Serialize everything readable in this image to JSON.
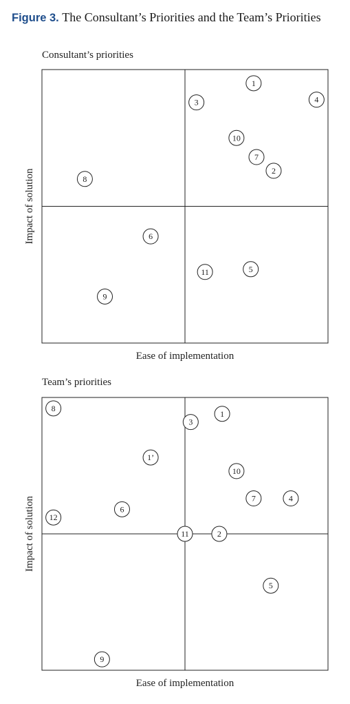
{
  "figure": {
    "label": "Figure 3.",
    "title": "The Consultant’s Priorities and the Team’s Priorities"
  },
  "chart_data": [
    {
      "type": "scatter",
      "title": "Consultant’s priorities",
      "xlabel": "Ease of implementation",
      "ylabel": "Impact of solution",
      "xlim": [
        0,
        10
      ],
      "ylim": [
        0,
        10
      ],
      "grid": false,
      "quadrant_dividers": {
        "x": 5,
        "y": 5
      },
      "points": [
        {
          "label": "1",
          "x": 7.4,
          "y": 9.5
        },
        {
          "label": "3",
          "x": 5.4,
          "y": 8.8
        },
        {
          "label": "4",
          "x": 9.6,
          "y": 8.9
        },
        {
          "label": "10",
          "x": 6.8,
          "y": 7.5
        },
        {
          "label": "7",
          "x": 7.5,
          "y": 6.8
        },
        {
          "label": "2",
          "x": 8.1,
          "y": 6.3
        },
        {
          "label": "8",
          "x": 1.5,
          "y": 6.0
        },
        {
          "label": "6",
          "x": 3.8,
          "y": 3.9
        },
        {
          "label": "11",
          "x": 5.7,
          "y": 2.6
        },
        {
          "label": "5",
          "x": 7.3,
          "y": 2.7
        },
        {
          "label": "9",
          "x": 2.2,
          "y": 1.7
        }
      ]
    },
    {
      "type": "scatter",
      "title": "Team’s priorities",
      "xlabel": "Ease of implementation",
      "ylabel": "Impact of solution",
      "xlim": [
        0,
        10
      ],
      "ylim": [
        0,
        10
      ],
      "grid": false,
      "quadrant_dividers": {
        "x": 5,
        "y": 5
      },
      "points": [
        {
          "label": "8",
          "x": 0.4,
          "y": 9.6
        },
        {
          "label": "3",
          "x": 5.2,
          "y": 9.1
        },
        {
          "label": "1",
          "x": 6.3,
          "y": 9.4
        },
        {
          "label": "1’",
          "x": 3.8,
          "y": 7.8
        },
        {
          "label": "10",
          "x": 6.8,
          "y": 7.3
        },
        {
          "label": "7",
          "x": 7.4,
          "y": 6.3
        },
        {
          "label": "4",
          "x": 8.7,
          "y": 6.3
        },
        {
          "label": "6",
          "x": 2.8,
          "y": 5.9
        },
        {
          "label": "12",
          "x": 0.4,
          "y": 5.6
        },
        {
          "label": "11",
          "x": 5.0,
          "y": 5.0
        },
        {
          "label": "2",
          "x": 6.2,
          "y": 5.0
        },
        {
          "label": "5",
          "x": 8.0,
          "y": 3.1
        },
        {
          "label": "9",
          "x": 2.1,
          "y": 0.4
        }
      ]
    }
  ]
}
